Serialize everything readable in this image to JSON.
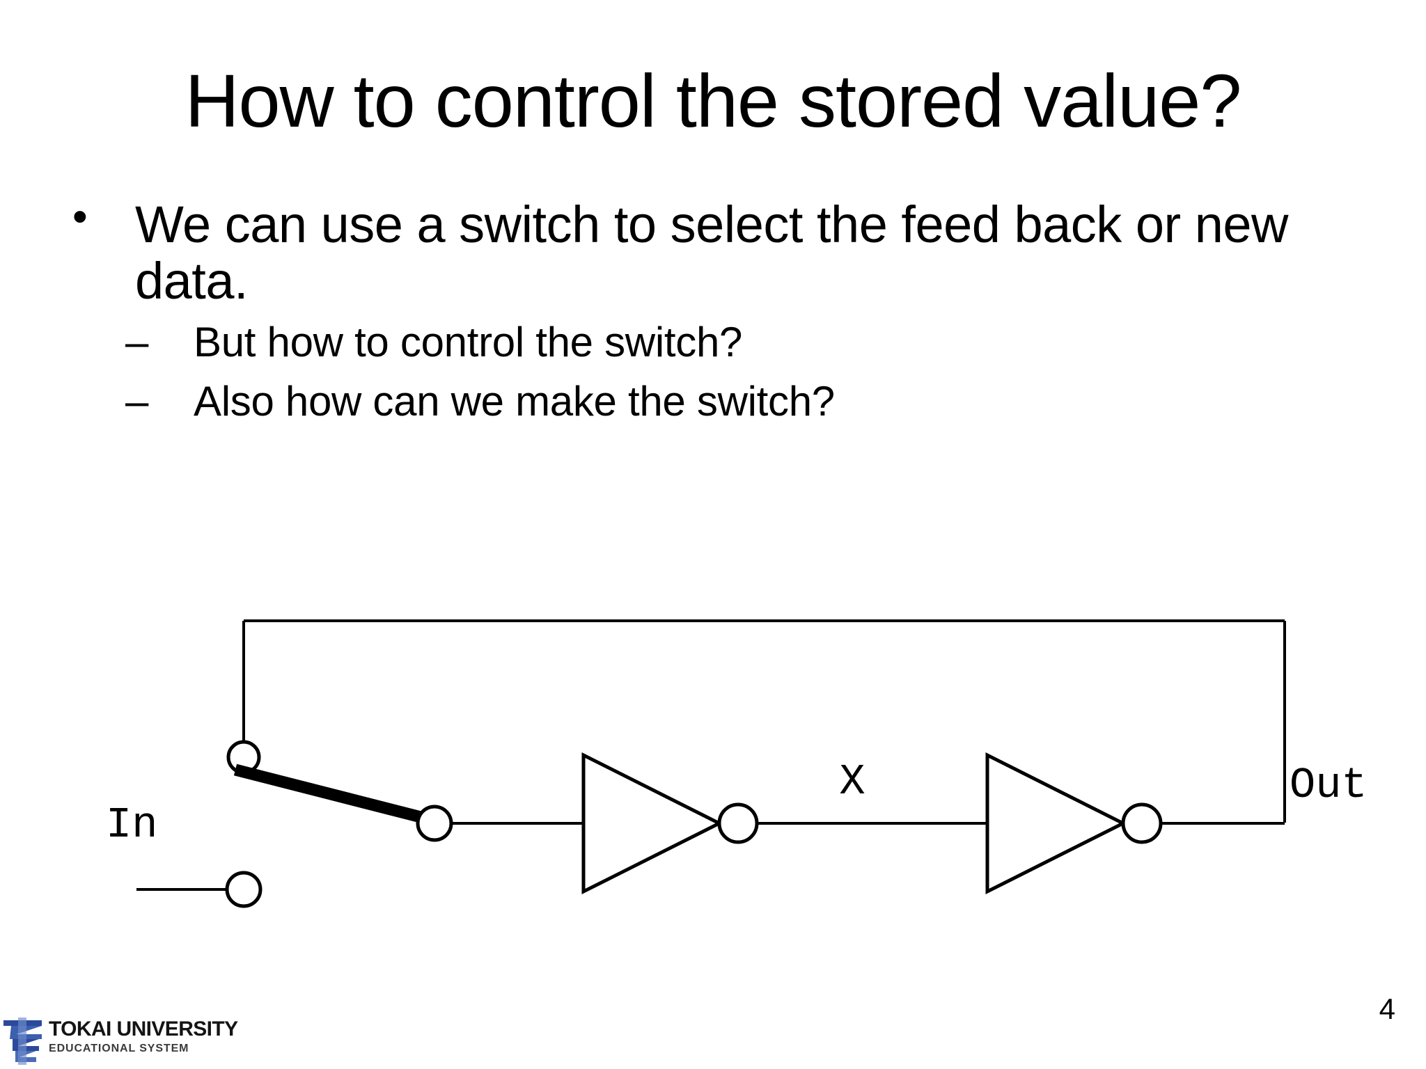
{
  "slide": {
    "title": "How to control the stored value?",
    "page_number": "4",
    "background_color": "#ffffff",
    "text_color": "#000000"
  },
  "bullets": {
    "bullet_mark": "•",
    "dash_mark": "–",
    "level1": [
      {
        "text": "We can use a switch to select the feed back or new data."
      }
    ],
    "level2": [
      {
        "text": "But how to control the switch?"
      },
      {
        "text": "Also how can we make the switch?"
      }
    ]
  },
  "diagram": {
    "type": "logic-circuit",
    "description": "Feedback latch: a two-position switch selects between the feedback loop and the In signal, feeding two cascaded inverters; the output is fed back to the switch.",
    "labels": {
      "input": "In",
      "internal_node": "X",
      "output": "Out"
    },
    "elements": [
      {
        "name": "feedback-wire",
        "kind": "wire"
      },
      {
        "name": "switch-pivot-node",
        "kind": "terminal"
      },
      {
        "name": "switch-lever",
        "kind": "lever",
        "position": "feedback"
      },
      {
        "name": "switch-common-node",
        "kind": "terminal"
      },
      {
        "name": "input-terminal-node",
        "kind": "terminal"
      },
      {
        "name": "inverter-1",
        "kind": "inverter"
      },
      {
        "name": "inverter-2",
        "kind": "inverter"
      }
    ],
    "stroke_color": "#000000",
    "fill_color": "#ffffff"
  },
  "footer": {
    "logo": {
      "line1": "TOKAI UNIVERSITY",
      "line2": "EDUCATIONAL SYSTEM",
      "mark_color": "#2b4a9b",
      "mark_accent": "#6f8ccb"
    }
  }
}
